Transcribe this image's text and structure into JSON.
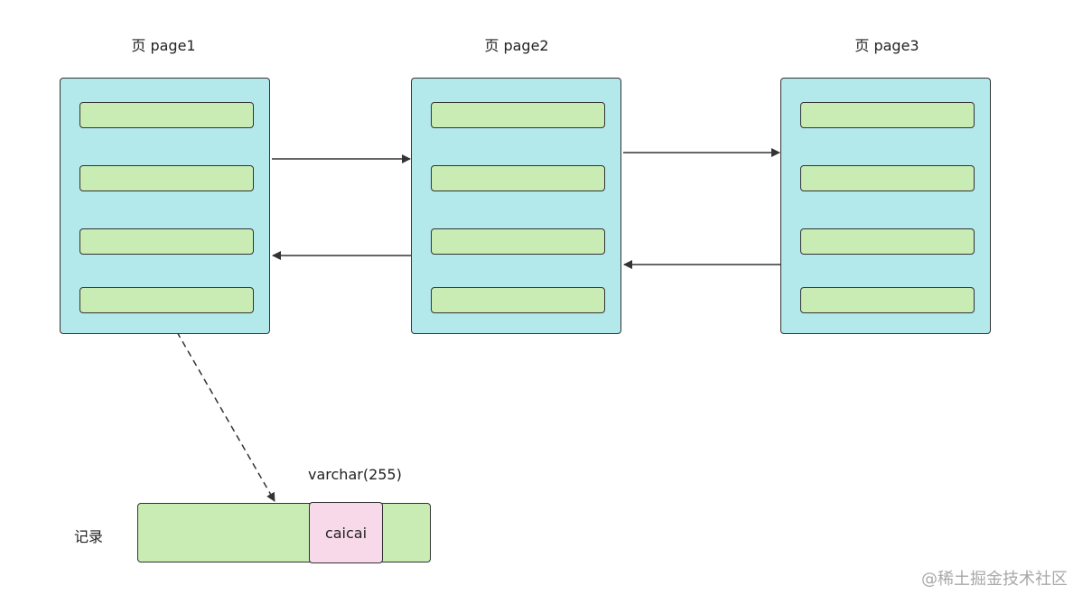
{
  "pages": [
    {
      "title": "页 page1"
    },
    {
      "title": "页 page2"
    },
    {
      "title": "页 page3"
    }
  ],
  "record": {
    "label": "记录",
    "type_label": "varchar(255)",
    "field_value": "caicai"
  },
  "watermark": "@稀土掘金技术社区",
  "colors": {
    "page_fill": "#b4e9ec",
    "row_fill": "#c8ecb3",
    "field_fill": "#f7d9e9",
    "stroke": "#333333"
  }
}
